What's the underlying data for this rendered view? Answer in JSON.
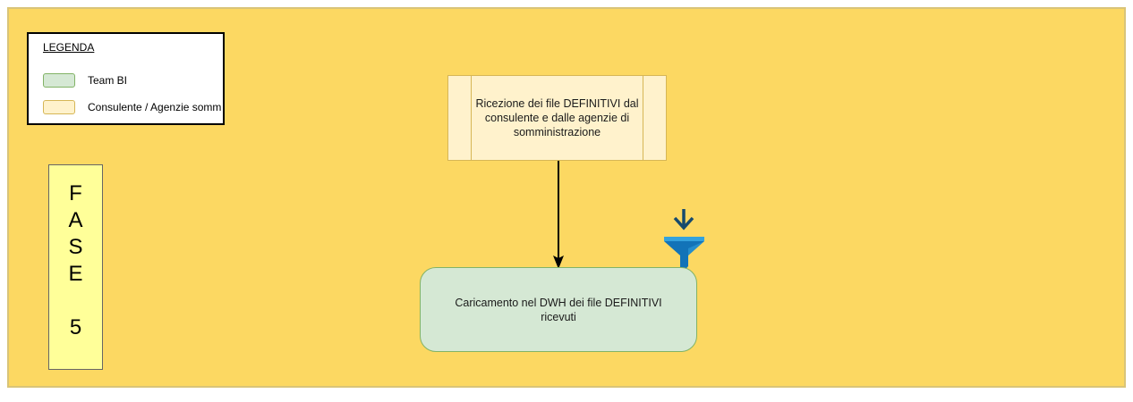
{
  "diagram": {
    "legend": {
      "title": "LEGENDA",
      "items": [
        {
          "label": "Team BI",
          "swatch_color": "#d5e8d4",
          "swatch_border": "#82b366"
        },
        {
          "label": "Consulente / Agenzie somm",
          "swatch_color": "#fff2cc",
          "swatch_border": "#d6b656"
        }
      ]
    },
    "phase": {
      "label": "F\nA\nS\nE\n\n5"
    },
    "nodes": {
      "ricezione": {
        "text": "Ricezione dei file DEFINITIVI dal consulente e dalle agenzie di somministrazione",
        "fill": "#fff2cc",
        "stroke": "#d6b656",
        "role": "Consulente / Agenzie somm"
      },
      "caricamento": {
        "text": "Caricamento nel DWH dei file DEFINITIVI ricevuti",
        "fill": "#d5e8d4",
        "stroke": "#82b366",
        "role": "Team BI"
      }
    },
    "icons": {
      "funnel": "funnel-download-icon"
    },
    "colors": {
      "canvas_bg": "#fcd862",
      "canvas_border": "#d9c478",
      "phase_fill": "#ffff99",
      "phase_stroke": "#666666",
      "funnel_body_blue": "#1273b8",
      "funnel_top_blue": "#33a2dd",
      "funnel_arrow_blue": "#174a6d",
      "connector_color": "#000000"
    }
  }
}
